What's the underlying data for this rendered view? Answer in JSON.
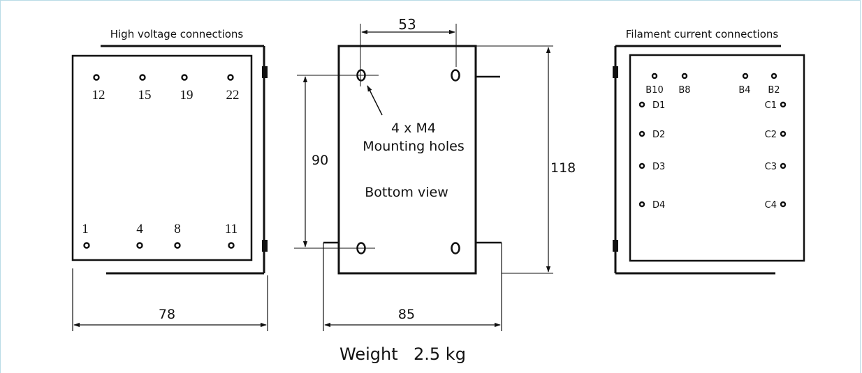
{
  "hv": {
    "title": "High voltage connections",
    "top_pins": [
      "12",
      "15",
      "19",
      "22"
    ],
    "bottom_pins": [
      "1",
      "4",
      "8",
      "11"
    ],
    "width_dim": "78"
  },
  "bottom": {
    "top_dim": "53",
    "height_dim": "90",
    "overall_height_dim": "118",
    "width_dim": "85",
    "holes_line1": "4 x M4",
    "holes_line2": "Mounting holes",
    "view_label": "Bottom view"
  },
  "filament": {
    "title": "Filament current connections",
    "top_pins": [
      "B10",
      "B8",
      "B4",
      "B2"
    ],
    "left_pins": [
      "D1",
      "D2",
      "D3",
      "D4"
    ],
    "right_pins": [
      "C1",
      "C2",
      "C3",
      "C4"
    ]
  },
  "footer": {
    "weight_label": "Weight",
    "weight_value": "2.5 kg"
  }
}
